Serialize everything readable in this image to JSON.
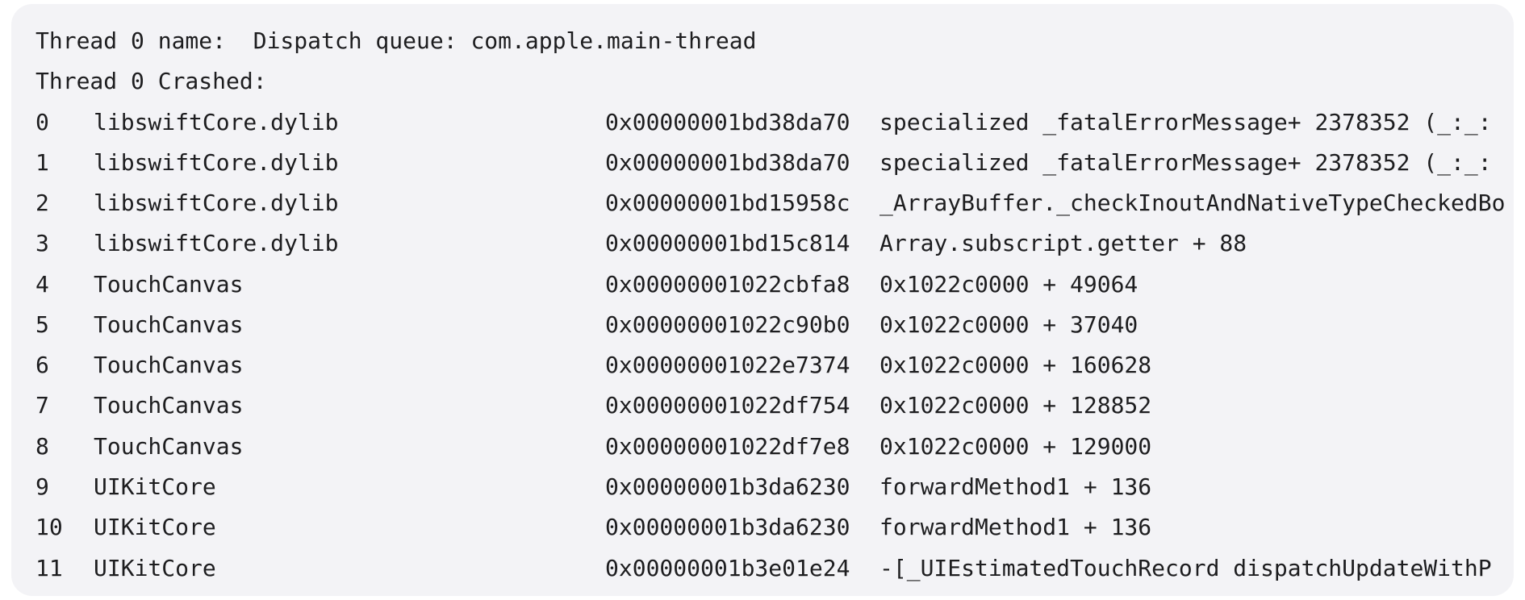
{
  "thread_header": {
    "name_line": "Thread 0 name:  Dispatch queue: com.apple.main-thread",
    "crashed_line": "Thread 0 Crashed:"
  },
  "frames": [
    {
      "index": "0",
      "image": "libswiftCore.dylib",
      "address": "0x00000001bd38da70",
      "symbol": "specialized _fatalErrorMessage+ 2378352 (_:_:"
    },
    {
      "index": "1",
      "image": "libswiftCore.dylib",
      "address": "0x00000001bd38da70",
      "symbol": "specialized _fatalErrorMessage+ 2378352 (_:_:"
    },
    {
      "index": "2",
      "image": "libswiftCore.dylib",
      "address": "0x00000001bd15958c",
      "symbol": "_ArrayBuffer._checkInoutAndNativeTypeCheckedBo"
    },
    {
      "index": "3",
      "image": "libswiftCore.dylib",
      "address": "0x00000001bd15c814",
      "symbol": "Array.subscript.getter + 88"
    },
    {
      "index": "4",
      "image": "TouchCanvas",
      "address": "0x00000001022cbfa8",
      "symbol": "0x1022c0000 + 49064"
    },
    {
      "index": "5",
      "image": "TouchCanvas",
      "address": "0x00000001022c90b0",
      "symbol": "0x1022c0000 + 37040"
    },
    {
      "index": "6",
      "image": "TouchCanvas",
      "address": "0x00000001022e7374",
      "symbol": "0x1022c0000 + 160628"
    },
    {
      "index": "7",
      "image": "TouchCanvas",
      "address": "0x00000001022df754",
      "symbol": "0x1022c0000 + 128852"
    },
    {
      "index": "8",
      "image": "TouchCanvas",
      "address": "0x00000001022df7e8",
      "symbol": "0x1022c0000 + 129000"
    },
    {
      "index": "9",
      "image": "UIKitCore",
      "address": "0x00000001b3da6230",
      "symbol": "forwardMethod1 + 136"
    },
    {
      "index": "10",
      "image": "UIKitCore",
      "address": "0x00000001b3da6230",
      "symbol": "forwardMethod1 + 136"
    },
    {
      "index": "11",
      "image": "UIKitCore",
      "address": "0x00000001b3e01e24",
      "symbol": "-[_UIEstimatedTouchRecord dispatchUpdateWithP"
    }
  ]
}
